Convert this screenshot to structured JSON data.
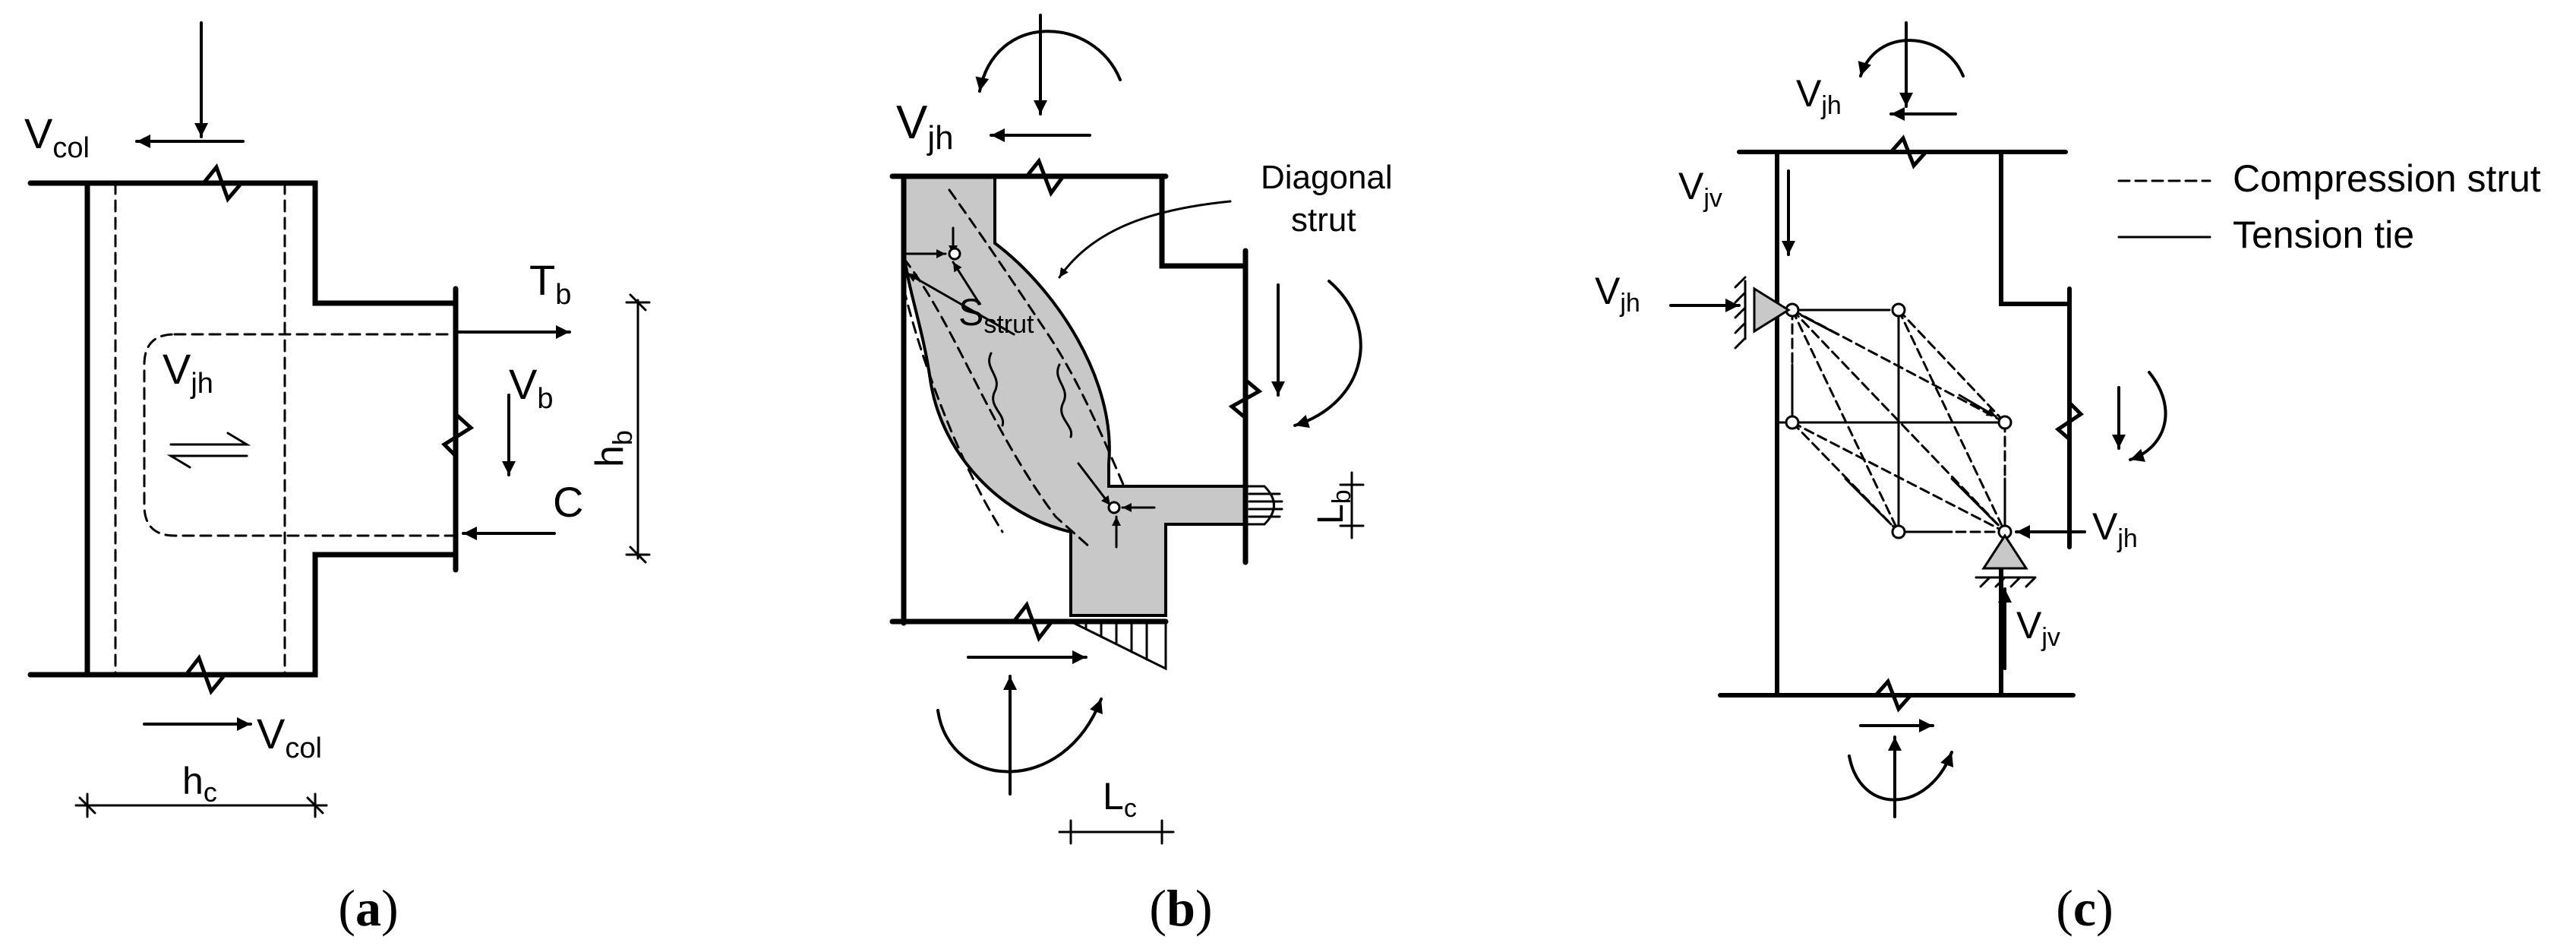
{
  "panel_a": {
    "caption": {
      "open": "(",
      "letter": "a",
      "close": ")"
    },
    "v_col_top": {
      "base": "V",
      "sub": "col"
    },
    "v_col_bottom": {
      "base": "V",
      "sub": "col"
    },
    "v_jh": {
      "base": "V",
      "sub": "jh"
    },
    "t_b": {
      "base": "T",
      "sub": "b"
    },
    "v_b": {
      "base": "V",
      "sub": "b"
    },
    "c": "C",
    "h_b": {
      "base": "h",
      "sub": "b"
    },
    "h_c": {
      "base": "h",
      "sub": "c"
    }
  },
  "panel_b": {
    "caption": {
      "open": "(",
      "letter": "b",
      "close": ")"
    },
    "v_jh": {
      "base": "V",
      "sub": "jh"
    },
    "diagonal_strut": {
      "line1": "Diagonal",
      "line2": "strut"
    },
    "s_strut": {
      "base": "S",
      "sub": "strut"
    },
    "l_b": {
      "base": "L",
      "sub": "b"
    },
    "l_c": {
      "base": "L",
      "sub": "c"
    }
  },
  "panel_c": {
    "caption": {
      "open": "(",
      "letter": "c",
      "close": ")"
    },
    "v_jh_top": {
      "base": "V",
      "sub": "jh"
    },
    "v_jv_left": {
      "base": "V",
      "sub": "jv"
    },
    "v_jh_left": {
      "base": "V",
      "sub": "jh"
    },
    "v_jh_right": {
      "base": "V",
      "sub": "jh"
    },
    "v_jv_bottom": {
      "base": "V",
      "sub": "jv"
    },
    "legend": {
      "compression": "Compression strut",
      "tension": "Tension tie"
    }
  },
  "colors": {
    "ink": "#000000",
    "strut_fill": "#c8c8c8",
    "background": "#ffffff"
  }
}
